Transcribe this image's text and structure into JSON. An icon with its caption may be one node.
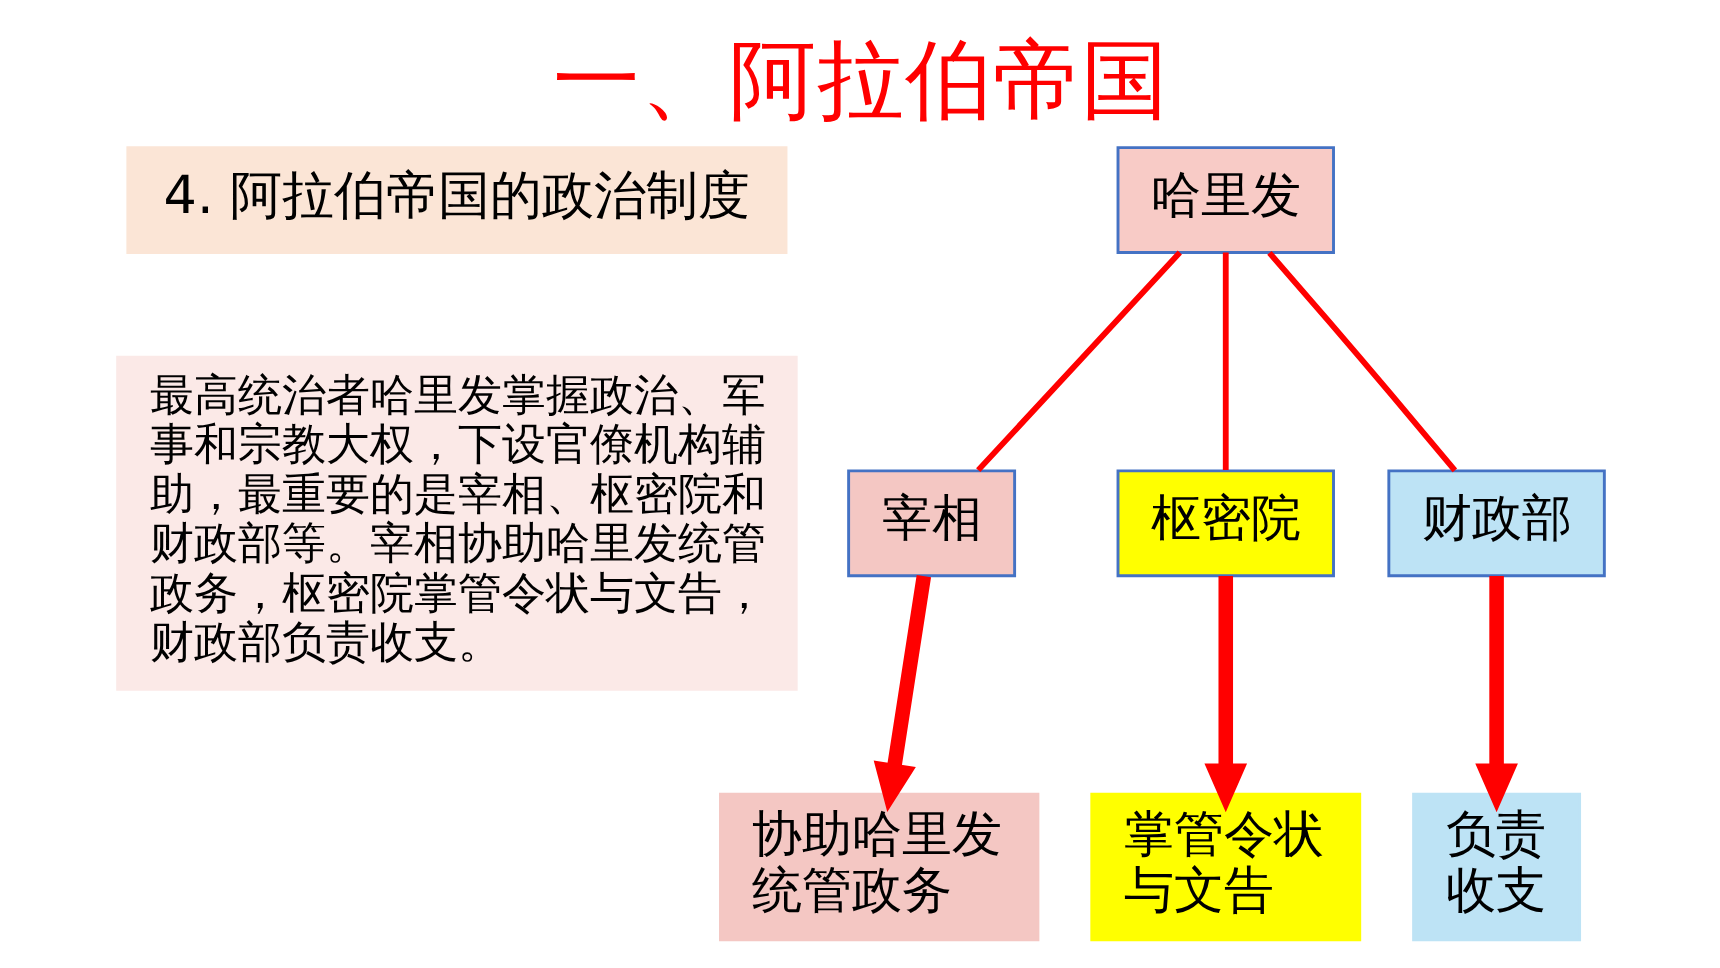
{
  "diagram": {
    "title": "一、阿拉伯帝国",
    "nodes": [
      {
        "text": [
          "4. 阿拉伯帝国的政治制度"
        ]
      },
      {
        "text": [
          "最高统治者哈里发掌握政治、军事和宗教大权，下设官僚机构辅助，最重要的是宰相、枢密院和财政部等。宰相协助哈里发统管政务，枢密院掌管令状与文告，财政部负责收支。"
        ]
      },
      {
        "text": [
          "哈里发"
        ]
      },
      {
        "text": [
          "宰相"
        ]
      },
      {
        "text": [
          "枢密院"
        ]
      },
      {
        "text": [
          "财政部"
        ]
      },
      {
        "text": [
          "协助哈里发统管政务"
        ]
      },
      {
        "text": [
          "掌管令状与文告"
        ]
      },
      {
        "text": [
          "负责收支"
        ]
      }
    ],
    "edges": [
      {
        "from": 2,
        "to": 3,
        "arrow": "none",
        "color": "#ff0000"
      },
      {
        "from": 2,
        "to": 4,
        "arrow": "none",
        "color": "#ff0000"
      },
      {
        "from": 2,
        "to": 5,
        "arrow": "none",
        "color": "#ff0000"
      },
      {
        "from": 3,
        "to": 6,
        "arrow": "to",
        "style": "thick",
        "color": "#ff0000"
      },
      {
        "from": 4,
        "to": 7,
        "arrow": "to",
        "style": "thick",
        "color": "#ff0000"
      },
      {
        "from": 5,
        "to": 8,
        "arrow": "to",
        "style": "thick",
        "color": "#ff0000"
      }
    ]
  }
}
